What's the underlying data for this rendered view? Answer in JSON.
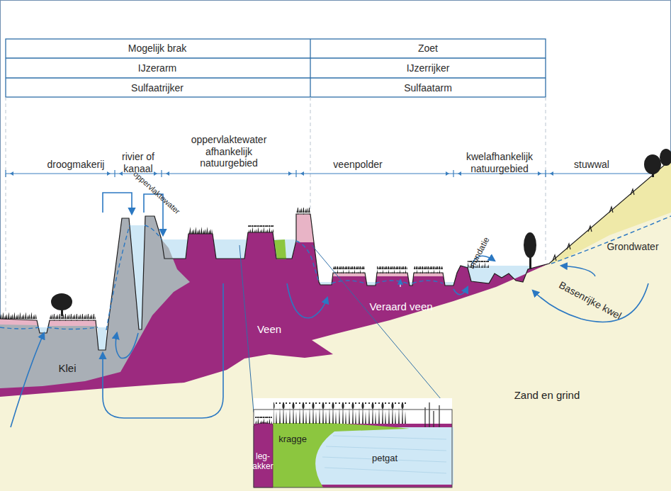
{
  "diagram": {
    "labels": [
      "Mogelijk brak",
      "Zoet",
      "IJzerarm",
      "IJzerrijker",
      "Sulfaatrijker",
      "Sulfaatarm",
      "droogmakerij",
      "rivier of kanaal",
      "oppervlaktewater afhankelijk natuurgebied",
      "veenpolder",
      "kwelafhankelijk natuurgebied",
      "stuwwal",
      "oppervlaktewater",
      "inundatie",
      "Grondwater",
      "Veraard veen",
      "Veen",
      "Basenrijke kwel",
      "Klei",
      "Zand en grind",
      "kragge",
      "leg-akker",
      "petgat"
    ]
  }
}
